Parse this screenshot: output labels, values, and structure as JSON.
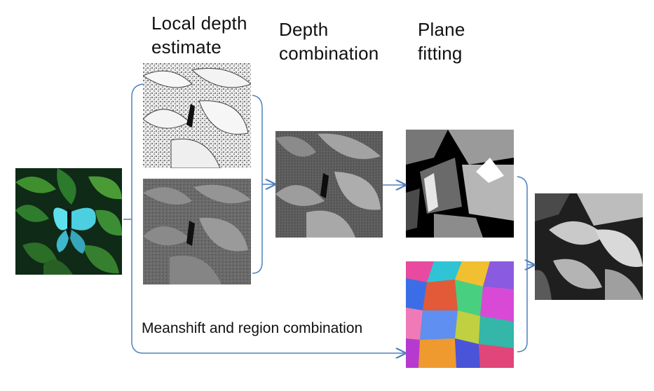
{
  "labels": {
    "local_depth": [
      "Local depth",
      "estimate"
    ],
    "depth_combination": [
      "Depth",
      "combination"
    ],
    "plane_fitting": [
      "Plane",
      "fitting"
    ],
    "meanshift": "Meanshift and region combination"
  },
  "colors": {
    "arrow": "#4f81bd",
    "leaf_green": "#2f6f2a",
    "butterfly_cyan": "#56d8e8"
  },
  "panels": [
    "input-butterfly-photo",
    "local-depth-estimate-top",
    "local-depth-estimate-bottom",
    "combined-depth-map",
    "plane-fitted-depth-map",
    "meanshift-region-segmentation",
    "final-depth-map"
  ]
}
